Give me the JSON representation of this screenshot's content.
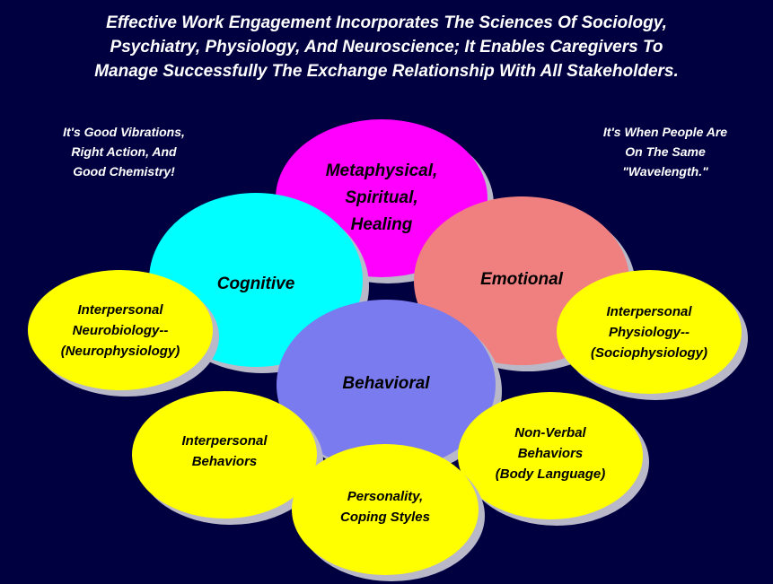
{
  "title_lines": [
    "Effective Work Engagement Incorporates The Sciences Of Sociology,",
    "Psychiatry, Physiology, And Neuroscience; It Enables Caregivers To",
    "Manage Successfully The Exchange Relationship With All Stakeholders."
  ],
  "left_note": [
    "It's Good Vibrations,",
    "Right Action, And",
    "Good Chemistry!"
  ],
  "right_note": [
    "It's When People Are",
    "On The Same",
    "\"Wavelength.\""
  ],
  "circles": {
    "metaphysical": {
      "lines": [
        "Metaphysical,",
        "Spiritual,",
        "Healing"
      ],
      "color": "#ff00ff"
    },
    "cognitive": {
      "lines": [
        "Cognitive"
      ],
      "color": "#00ffff"
    },
    "emotional": {
      "lines": [
        "Emotional"
      ],
      "color": "#f08080"
    },
    "behavioral": {
      "lines": [
        "Behavioral"
      ],
      "color": "#7b7bf0"
    },
    "neurobiology": {
      "lines": [
        "Interpersonal",
        "Neurobiology--",
        "(Neurophysiology)"
      ],
      "color": "#ffff00"
    },
    "physiology": {
      "lines": [
        "Interpersonal",
        "Physiology--",
        "(Sociophysiology)"
      ],
      "color": "#ffff00"
    },
    "behaviors": {
      "lines": [
        "Interpersonal",
        "Behaviors"
      ],
      "color": "#ffff00"
    },
    "nonverbal": {
      "lines": [
        "Non-Verbal",
        "Behaviors",
        "(Body Language)"
      ],
      "color": "#ffff00"
    },
    "personality": {
      "lines": [
        "Personality,",
        "Coping Styles"
      ],
      "color": "#ffff00"
    }
  },
  "background_color": "#000040",
  "shadow_color": "#b8b8c8"
}
